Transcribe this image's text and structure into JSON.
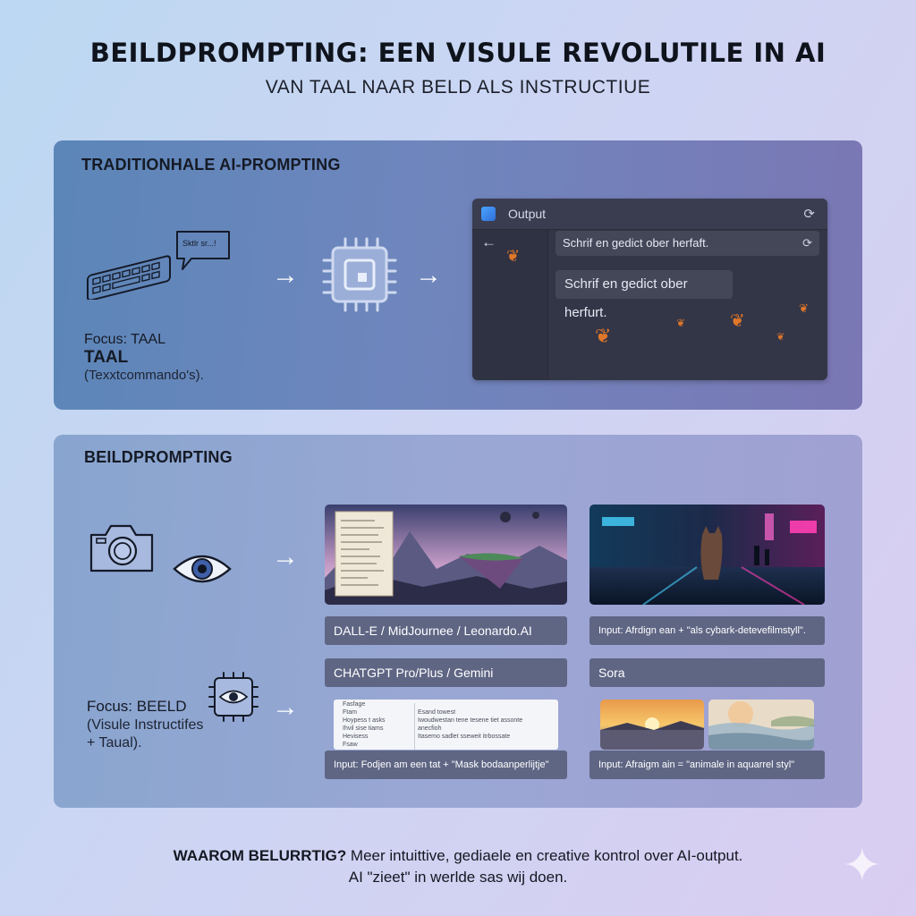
{
  "header": {
    "title": "BEILDPROMPTING: EEN VISULE REVOLUTILE IN AI",
    "subtitle": "VAN TAAL NAAR BELD ALS INSTRUCTIUE"
  },
  "traditional": {
    "label": "TRADITIONHALE AI-PROMPTING",
    "speech_text": "Sktlr sr...!",
    "focus_label": "Focus: TAAL",
    "focus_big": "TAAL",
    "focus_note": "(Texxtcommando's).",
    "icons": [
      "keyboard-icon",
      "speech-bubble-icon",
      "arrow-icon",
      "chip-icon",
      "arrow-icon"
    ],
    "output_window": {
      "title": "Output",
      "message_1": "Schrif en gedict ober herfaft.",
      "message_2": "Schrif en gedict ober herfurt."
    }
  },
  "image_prompting": {
    "label": "BEILDPROMPTING",
    "focus_label": "Focus: BEELD",
    "focus_note_1": "(Visule Instructifes",
    "focus_note_2": "+ Taual).",
    "icons": [
      "camera-icon",
      "eye-icon",
      "chip-eye-icon",
      "arrow-icon"
    ],
    "tools": {
      "dalle": "DALL-E / MidJournee / Leonardo.AI",
      "dalle_input": "Input: Afrdign ean + \"als cybark-detevefilmstyll\".",
      "chatgpt": "CHATGPT Pro/Plus / Gemini",
      "chatgpt_input": "Input: Fodjen am een tat + \"Mask bodaanperlijtje\"",
      "sora": "Sora",
      "sora_input": "Input: Afraigm ain = \"animale in aquarrel styl\""
    },
    "table_rows": [
      [
        "Fasfage",
        ""
      ],
      [
        "Ftam",
        "Esand towest"
      ],
      [
        "Hoypess t asks",
        "Iwoudwestan tene tesene tiet assonte"
      ],
      [
        "Ihvil sise tiams",
        "anecfioh"
      ],
      [
        "Hevisess",
        "Itasemo sadlet sseweit itrbossate"
      ],
      [
        "Fsaw",
        ""
      ]
    ]
  },
  "footer": {
    "lead": "WAAROM BELURRTIG?",
    "line_1": " Meer intuittive, gediaele en creative kontrol over AI-output.",
    "line_2": "AI \"zieet\" in werlde sas wij doen."
  },
  "colors": {
    "panel_top": "#6a86bb",
    "panel_bottom": "#95a6d2",
    "label_box": "#5f6684",
    "output_window": "#333647",
    "leaf": "#e0772a"
  }
}
